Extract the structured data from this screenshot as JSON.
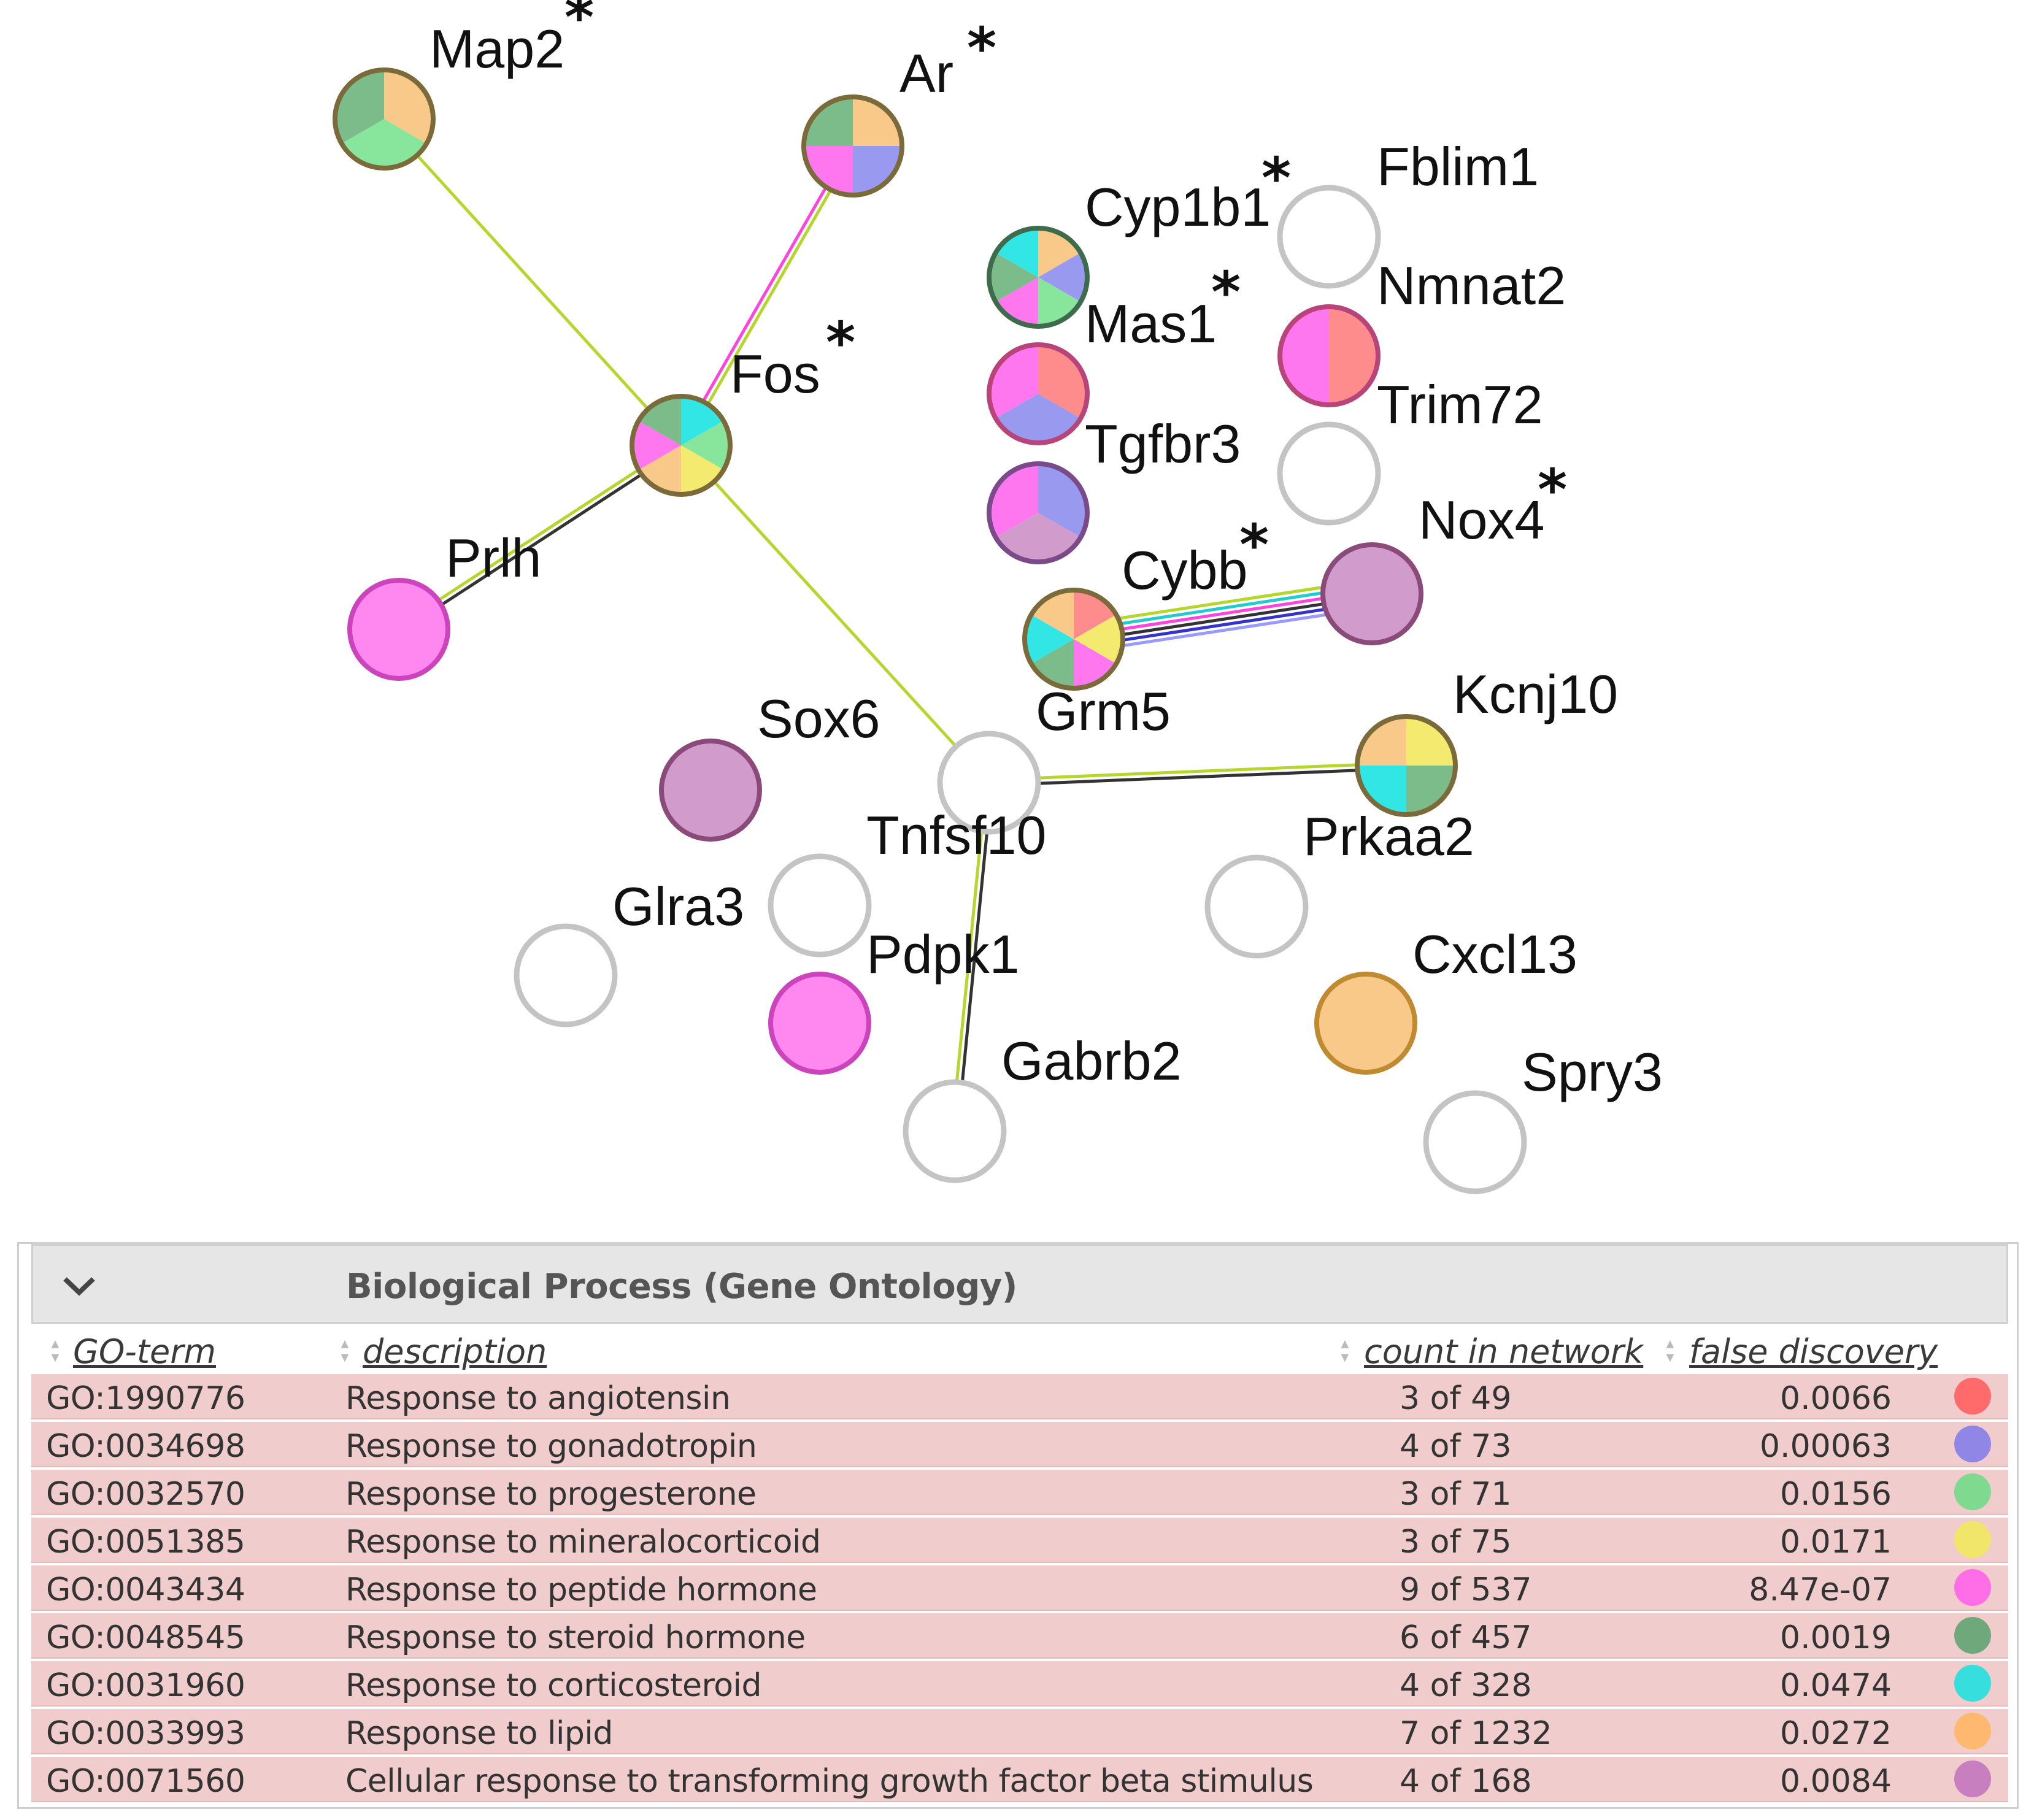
{
  "network": {
    "nodes": [
      {
        "id": "Map2",
        "label": "Map2",
        "star": true,
        "colors": [
          "#f9c98a",
          "#88e59c",
          "#7cbb8a"
        ],
        "stroke": "#7b6a3a"
      },
      {
        "id": "Ar",
        "label": "Ar",
        "star": true,
        "colors": [
          "#f9c98a",
          "#9999f0",
          "#ff77ee",
          "#7cbb8a"
        ],
        "stroke": "#7b6a3a"
      },
      {
        "id": "Fos",
        "label": "Fos",
        "star": true,
        "colors": [
          "#33e6e6",
          "#88e59c",
          "#f4ea70",
          "#f9c98a",
          "#ff77ee",
          "#7cbb8a"
        ],
        "stroke": "#7b6a3a"
      },
      {
        "id": "Prlh",
        "label": "Prlh",
        "star": false,
        "colors": [
          "#ff88f0"
        ],
        "stroke": "#cc44bb"
      },
      {
        "id": "Cyp1b1",
        "label": "Cyp1b1",
        "star": true,
        "colors": [
          "#f9c98a",
          "#9999f0",
          "#88e59c",
          "#ff77ee",
          "#7cbb8a",
          "#33e6e6"
        ],
        "stroke": "#3d6b4c"
      },
      {
        "id": "Fblim1",
        "label": "Fblim1",
        "star": false,
        "colors": [],
        "stroke": "#c4c4c4"
      },
      {
        "id": "Mas1",
        "label": "Mas1",
        "star": true,
        "colors": [
          "#ff8c8c",
          "#9999f0",
          "#ff77ee"
        ],
        "stroke": "#b8457a"
      },
      {
        "id": "Nmnat2",
        "label": "Nmnat2",
        "star": false,
        "colors": [
          "#ff8c8c",
          "#ff77ee"
        ],
        "stroke": "#b8457a"
      },
      {
        "id": "Trim72",
        "label": "Trim72",
        "star": false,
        "colors": [],
        "stroke": "#c4c4c4"
      },
      {
        "id": "Tgfbr3",
        "label": "Tgfbr3",
        "star": false,
        "colors": [
          "#9999f0",
          "#d19bcc",
          "#ff77ee"
        ],
        "stroke": "#7a4a8a"
      },
      {
        "id": "Cybb",
        "label": "Cybb",
        "star": true,
        "colors": [
          "#ff8c8c",
          "#f4ea70",
          "#ff77ee",
          "#7cbb8a",
          "#33e6e6",
          "#f9c98a"
        ],
        "stroke": "#7b6a3a"
      },
      {
        "id": "Nox4",
        "label": "Nox4",
        "star": true,
        "colors": [
          "#d19bcc"
        ],
        "stroke": "#8a4a7a"
      },
      {
        "id": "Sox6",
        "label": "Sox6",
        "star": false,
        "colors": [
          "#d19bcc"
        ],
        "stroke": "#8a4a7a"
      },
      {
        "id": "Grm5",
        "label": "Grm5",
        "star": false,
        "colors": [],
        "stroke": "#c4c4c4"
      },
      {
        "id": "Kcnj10",
        "label": "Kcnj10",
        "star": false,
        "colors": [
          "#f4ea70",
          "#7cbb8a",
          "#33e6e6",
          "#f9c98a"
        ],
        "stroke": "#7b6a3a"
      },
      {
        "id": "Tnfsf10",
        "label": "Tnfsf10",
        "star": false,
        "colors": [],
        "stroke": "#c4c4c4"
      },
      {
        "id": "Prkaa2",
        "label": "Prkaa2",
        "star": false,
        "colors": [],
        "stroke": "#c4c4c4"
      },
      {
        "id": "Glra3",
        "label": "Glra3",
        "star": false,
        "colors": [],
        "stroke": "#c4c4c4"
      },
      {
        "id": "Pdpk1",
        "label": "Pdpk1",
        "star": false,
        "colors": [
          "#ff88f0"
        ],
        "stroke": "#cc44bb"
      },
      {
        "id": "Cxcl13",
        "label": "Cxcl13",
        "star": false,
        "colors": [
          "#f9c98a"
        ],
        "stroke": "#c08a30"
      },
      {
        "id": "Gabrb2",
        "label": "Gabrb2",
        "star": false,
        "colors": [],
        "stroke": "#c4c4c4"
      },
      {
        "id": "Spry3",
        "label": "Spry3",
        "star": false,
        "colors": [],
        "stroke": "#c4c4c4"
      },
      {
        "id": "Blank1",
        "label": "",
        "star": false,
        "colors": [],
        "stroke": "#c4c4c4"
      }
    ],
    "edges": [
      {
        "from": "Map2",
        "to": "Fos",
        "colors": [
          "#b5d62c"
        ]
      },
      {
        "from": "Ar",
        "to": "Fos",
        "colors": [
          "#b5d62c",
          "#ff44dd"
        ]
      },
      {
        "from": "Prlh",
        "to": "Fos",
        "colors": [
          "#b5d62c",
          "#333333"
        ]
      },
      {
        "from": "Fos",
        "to": "Grm5",
        "colors": [
          "#b5d62c"
        ]
      },
      {
        "from": "Cybb",
        "to": "Nox4",
        "colors": [
          "#b5d62c",
          "#22cccc",
          "#ff44dd",
          "#333333",
          "#3333cc",
          "#9999ff"
        ]
      },
      {
        "from": "Grm5",
        "to": "Kcnj10",
        "colors": [
          "#b5d62c",
          "#333333"
        ]
      },
      {
        "from": "Grm5",
        "to": "Gabrb2",
        "colors": [
          "#333333",
          "#b5d62c"
        ]
      }
    ]
  },
  "go_panel": {
    "title": "Biological Process (Gene Ontology)",
    "columns": [
      "GO-term",
      "description",
      "count in network",
      "false discovery rate"
    ],
    "rows": [
      {
        "term": "GO:1990776",
        "description": "Response to angiotensin",
        "count": "3 of 49",
        "fdr": "0.0066",
        "color": "#ff6b6b"
      },
      {
        "term": "GO:0034698",
        "description": "Response to gonadotropin",
        "count": "4 of 73",
        "fdr": "0.00063",
        "color": "#8f86e6"
      },
      {
        "term": "GO:0032570",
        "description": "Response to progesterone",
        "count": "3 of 71",
        "fdr": "0.0156",
        "color": "#7fd98f"
      },
      {
        "term": "GO:0051385",
        "description": "Response to mineralocorticoid",
        "count": "3 of 75",
        "fdr": "0.0171",
        "color": "#f2e66a"
      },
      {
        "term": "GO:0043434",
        "description": "Response to peptide hormone",
        "count": "9 of 537",
        "fdr": "8.47e-07",
        "color": "#ff6ee6"
      },
      {
        "term": "GO:0048545",
        "description": "Response to steroid hormone",
        "count": "6 of 457",
        "fdr": "0.0019",
        "color": "#6fa87a"
      },
      {
        "term": "GO:0031960",
        "description": "Response to corticosteroid",
        "count": "4 of 328",
        "fdr": "0.0474",
        "color": "#36dede"
      },
      {
        "term": "GO:0033993",
        "description": "Response to lipid",
        "count": "7 of 1232",
        "fdr": "0.0272",
        "color": "#ffb870"
      },
      {
        "term": "GO:0071560",
        "description": "Cellular response to transforming growth factor beta stimulus",
        "count": "4 of 168",
        "fdr": "0.0084",
        "color": "#c77fc0"
      }
    ]
  }
}
